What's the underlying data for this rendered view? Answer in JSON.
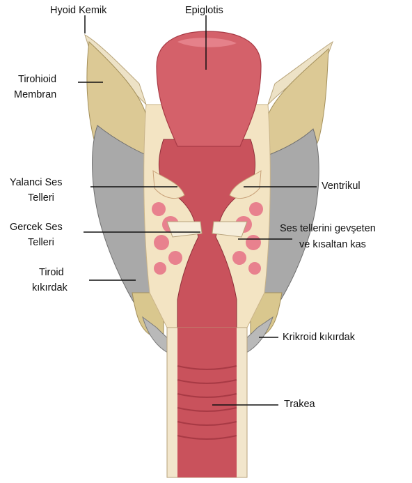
{
  "labels": {
    "hyoid": "Hyoid Kemik",
    "epiglottis": "Epiglotis",
    "thyrohyoid_line1": "Tirohioid",
    "thyrohyoid_line2": "Membran",
    "false_cords_line1": "Yalanci Ses",
    "false_cords_line2": "Telleri",
    "true_cords_line1": "Gercek Ses",
    "true_cords_line2": "Telleri",
    "thyroid_line1": "Tiroid",
    "thyroid_line2": "kıkırdak",
    "ventricle": "Ventrikul",
    "muscle_line1": "Ses tellerini gevşeten",
    "muscle_line2": "ve kısaltan kas",
    "cricoid": "Krikroid kıkırdak",
    "trachea": "Trakea"
  },
  "colors": {
    "mucosa": "#c9525c",
    "mucosa_dark": "#a83a45",
    "mucosa_light": "#e07a82",
    "epiglottis": "#d4616a",
    "hyoid_cartilage": "#e8dcc0",
    "thyroid_cartilage": "#d9c78e",
    "cricoid_gray": "#a9a9a9",
    "muscle_pink": "#e8818e",
    "membrane_cream": "#f3e4c3",
    "leader_line": "#111111"
  }
}
